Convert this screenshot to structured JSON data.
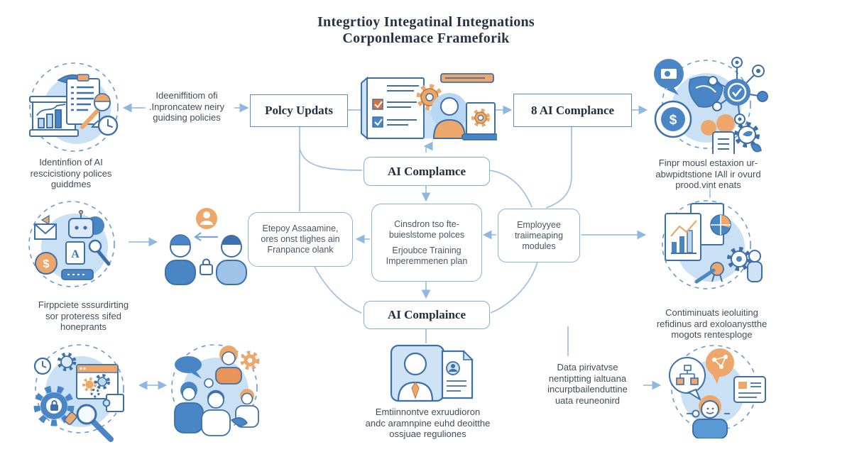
{
  "title": {
    "line1": "Integrtioy Integatinal Integnations",
    "line2": "Corponlemace Frameforik"
  },
  "palette": {
    "line_blue": "#3d6fa8",
    "accent_blue": "#4a86c5",
    "light_blue_fill": "#c9e0f5",
    "connector_blue": "#9dc1e4",
    "orange": "#eda76b",
    "box_border_blue": "#5b8fc9",
    "title_dark": "#263345",
    "caption_gray": "#3f4d5a"
  },
  "glyphs": {
    "dollar": "$",
    "letter_a": "A"
  },
  "boxes": {
    "policy_updates": "Polcy Updats",
    "ai_complance": "8 AI Complance",
    "ai_complamce_top": "AI Complamce",
    "ai_complaince_bottom": "AI Complaince",
    "employee_assessment": {
      "l1": "Etepoy Assaamine,",
      "l2": "ores onst tlighes ain",
      "l3": "Franpance olank"
    },
    "central": {
      "p1l1": "Cinsdron tso fte-",
      "p1l2": "buieslstome polces",
      "p2l1": "Erjoubce Training",
      "p2l2": "Imperemmenen plan"
    },
    "employee_training": {
      "l1": "Employyee",
      "l2": "traiimeaping",
      "l3": "modules"
    }
  },
  "labels": {
    "ident_note": {
      "l1": "Ideeniffitiom ofi",
      "l2": ".Inproncatew neiry",
      "l3": "guidsing policies"
    },
    "left_caption_1": {
      "l1": "Identinfion of AI",
      "l2": "rescicistiony polices",
      "l3": "guiddmes"
    },
    "right_caption_1": {
      "l1": "Finpr mousl estaxion ur-",
      "l2": "abwpidtstione IAll ir ovurd",
      "l3": "prood.vint enats"
    },
    "left_caption_2": {
      "l1": "Firppciete sssurdirting",
      "l2": "sor proteress sifed",
      "l3": "honeprants"
    },
    "right_caption_2": {
      "l1": "Contiminuats ieoluiting",
      "l2": "refidinus ard exoloanystthe",
      "l3": "mogots rentesploge"
    },
    "bottom_caption": {
      "l1": "Emtiinnontve exruudioron",
      "l2": "andc aramnpine euhd deoitthe",
      "l3": "ossjuae reguliones"
    },
    "data_privacy": {
      "l1": "Data pirivatvse",
      "l2": "nentiptting ialtuana",
      "l3": "incurptbailenduttine",
      "l4": "uata reuneonird"
    }
  }
}
